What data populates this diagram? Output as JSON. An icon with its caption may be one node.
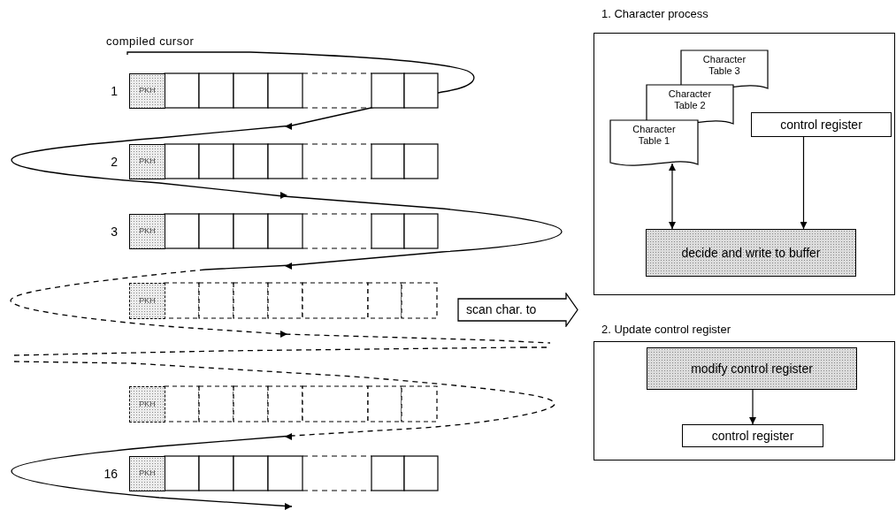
{
  "diagram": {
    "nodes": [
      {
        "text": [
          "1. Character process"
        ]
      },
      {
        "text": [
          "Character Table 3"
        ],
        "in": 0
      },
      {
        "text": [
          "Character Table 2"
        ],
        "in": 0
      },
      {
        "text": [
          "Character Table 1"
        ],
        "in": 0
      },
      {
        "text": [
          "control register"
        ],
        "in": 0
      },
      {
        "text": [
          "decide and write to buffer"
        ],
        "in": 0
      },
      {
        "text": [
          "2. Update control register"
        ]
      },
      {
        "text": [
          "modify control register"
        ],
        "in": 6
      },
      {
        "text": [
          "control register"
        ],
        "in": 6
      },
      {
        "text": [
          "scan char. to"
        ]
      }
    ],
    "edges": [
      {
        "from": 3,
        "to": 5,
        "arrow": "both"
      },
      {
        "from": 4,
        "to": 5,
        "arrow": "to"
      },
      {
        "from": 7,
        "to": 8,
        "arrow": "to"
      }
    ],
    "labels": [
      "compiled cursor",
      "1",
      "PKH",
      "2",
      "PKH",
      "3",
      "PKH",
      "PKH",
      "PKH",
      "16",
      "PKH"
    ]
  }
}
